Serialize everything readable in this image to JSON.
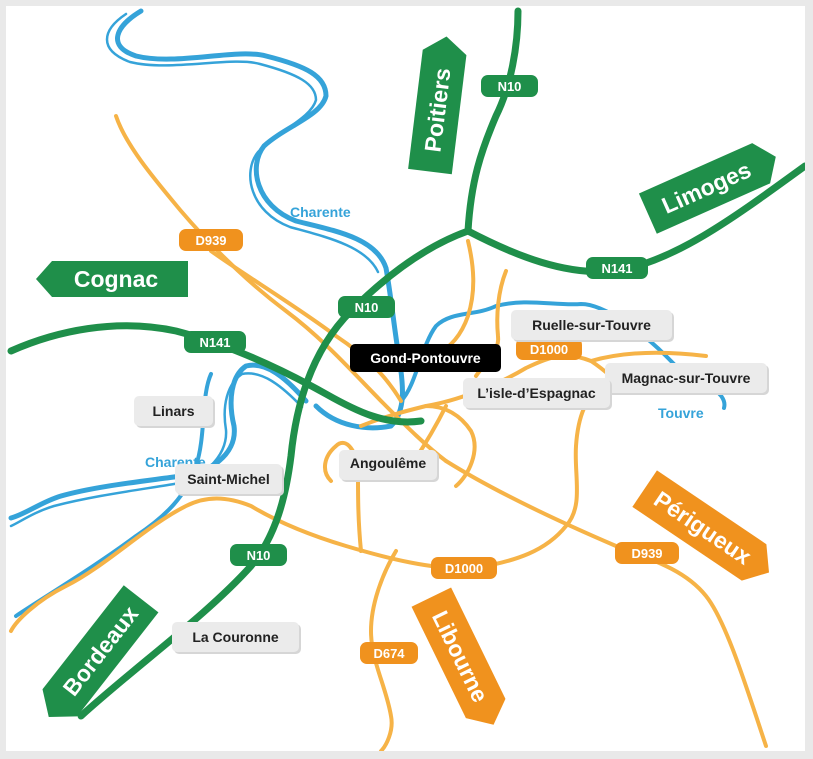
{
  "colors": {
    "national_road": "#1f8f4a",
    "departmental_road": "#f6b347",
    "departmental_badge": "#f0921e",
    "river": "#35a3d9",
    "place_label_bg": "#ebebeb",
    "highlight_label_bg": "#000000"
  },
  "rivers": {
    "charente_north": "Charente",
    "charente_west": "Charente",
    "touvre": "Touvre"
  },
  "road_badges": {
    "n10_north": "N10",
    "n10_center": "N10",
    "n10_south": "N10",
    "n141_west": "N141",
    "n141_east": "N141",
    "d939_north": "D939",
    "d939_east": "D939",
    "d1000_north": "D1000",
    "d1000_south": "D1000",
    "d674": "D674"
  },
  "places": {
    "gond_pontouvre": "Gond-Pontouvre",
    "ruelle_sur_touvre": "Ruelle-sur-Touvre",
    "magnac_sur_touvre": "Magnac-sur-Touvre",
    "lisle_despagnac": "L’isle-d’Espagnac",
    "linars": "Linars",
    "angouleme": "Angoulême",
    "saint_michel": "Saint-Michel",
    "la_couronne": "La Couronne"
  },
  "destinations": {
    "poitiers": "Poitiers",
    "limoges": "Limoges",
    "cognac": "Cognac",
    "bordeaux": "Bordeaux",
    "perigueux": "Périgueux",
    "libourne": "Libourne"
  }
}
